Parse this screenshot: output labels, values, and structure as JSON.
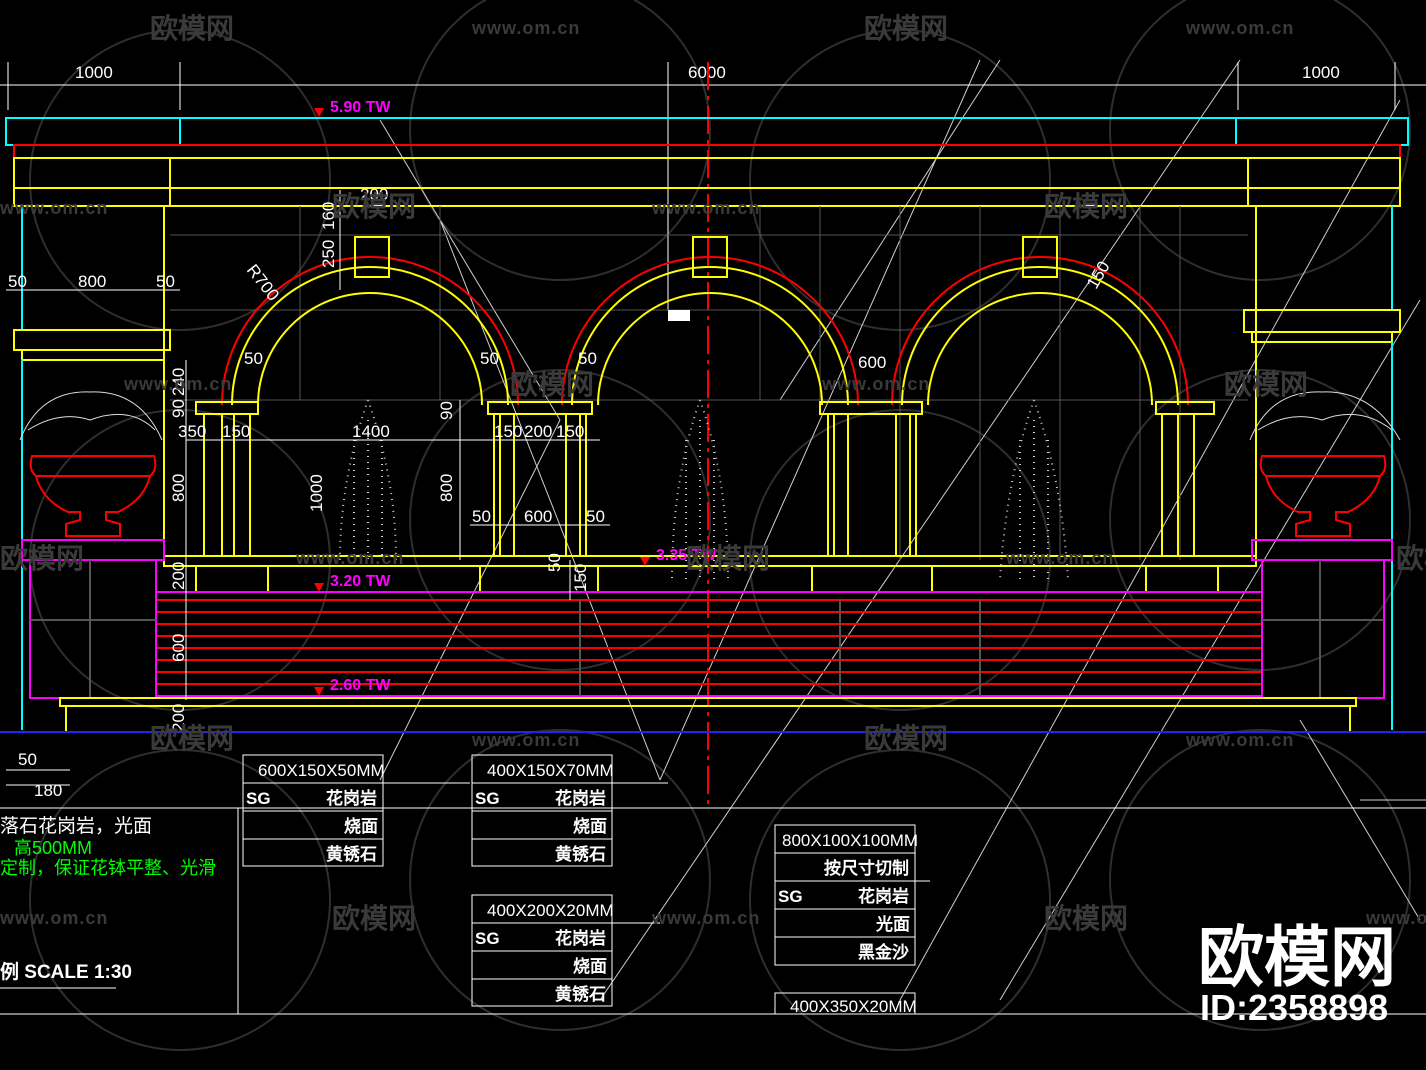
{
  "watermark": {
    "text": "欧模网",
    "url": "www.om.cn"
  },
  "brand": {
    "name": "欧模网",
    "id": "ID:2358898"
  },
  "dimensions": {
    "top_left": "1000",
    "top_center": "6000",
    "top_right": "1000",
    "d200": "200",
    "d160": "160",
    "d250": "250",
    "radius": "R700",
    "d50a": "50",
    "d800": "800",
    "d50b": "50",
    "d240": "240",
    "d90a": "90",
    "d800b": "800",
    "d200b": "200",
    "d600": "600",
    "d200c": "200",
    "d50c": "50",
    "d350": "350",
    "d150a": "150",
    "d1400": "1400",
    "d1000": "1000",
    "d90b": "90",
    "d800c": "800",
    "d150b": "150",
    "d200d": "200",
    "d150c": "150",
    "d50d": "50",
    "d50e": "50",
    "d50f": "50",
    "d600b": "600",
    "d50g": "50",
    "d50h": "50",
    "d150d": "150",
    "d600c": "600",
    "d150e": "150",
    "d50bottom": "50",
    "d180": "180"
  },
  "levels": {
    "top": "5.90 TW",
    "basin": "3.20 TW",
    "water": "3.35 TW",
    "ground": "2.60 TW"
  },
  "tables": {
    "t1": {
      "size": "600X150X50MM",
      "code": "SG",
      "material": "花岗岩",
      "finish": "烧面",
      "color": "黄锈石"
    },
    "t2": {
      "size": "400X150X70MM",
      "code": "SG",
      "material": "花岗岩",
      "finish": "烧面",
      "color": "黄锈石"
    },
    "t3": {
      "size": "400X200X20MM",
      "code": "SG",
      "material": "花岗岩",
      "finish": "烧面",
      "color": "黄锈石"
    },
    "t4": {
      "size": "800X100X100MM",
      "note": "按尺寸切制",
      "code": "SG",
      "material": "花岗岩",
      "finish": "光面",
      "color": "黑金沙"
    },
    "t5": {
      "size": "400X350X20MM"
    }
  },
  "notes": {
    "line1": "落石花岗岩，光面",
    "line2": "高500MM",
    "line3": "定制，保证花钵平整、光滑",
    "scale": "例 SCALE 1:30"
  },
  "colors": {
    "yellow": "#ffff00",
    "red": "#ff0000",
    "cyan": "#00ffff",
    "magenta": "#ff00ff",
    "white": "#ffffff",
    "green": "#00ff00",
    "blue": "#0000ff"
  }
}
